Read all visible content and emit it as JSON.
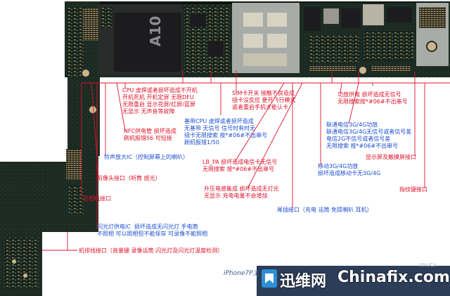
{
  "colors": {
    "pcb": "#1b2a22",
    "pcb_dark": "#0f1813",
    "shield": "#a8aca8",
    "chip": "#1c1c1e",
    "annotation_red": "#e0142c",
    "annotation_blue": "#1d4fd0",
    "leader_line": "#e0142c",
    "background": "#ffffff"
  },
  "board": {
    "chip_marking": "A10",
    "caption": "iPhone7P主"
  },
  "annotations": {
    "cpu": "CPU 虚焊或者损坏造成不开机\n开机死机 开机定屏 无限DFU\n无限重启 显示花屏/红屏/蓝屏\n无显示 无声音等故障",
    "nfc": "NFC供电管 损坏造成\n刷机报错56 可短接",
    "speaker_amp": "铃声放大IC（控制屏幕上的喇叭）",
    "front_camera": "前像头接口（听筒 感光）",
    "rear_camera": "后相机接口",
    "sim": "SIM卡开关 接触不良造成\n插卡没反应 要开飞行模式\n或者重启手机才能认卡",
    "baseband": "基带CPU 虚焊或者损坏造成\n无基带 无信号 信号时有时无\n插卡无限搜索 按*#06#不出串号\n刷机报错1/50",
    "lb_pa": "LB_PA 损坏造成电信卡无信号\n无限搜索 按*#06#不出串号",
    "boost": "升压电感集成 损坏造成无灯光\n无显示 充电电量不会增加",
    "power_amp": "功放供电 损坏造成无信号\n无限搜索按*#06#不出串号",
    "unicom_telecom": "联通电信3G/4G功放\n联通电信3G/4G无信号或者信号差\n电信2G不信号或者信号差\n无限搜索 按*#06#不出串号",
    "display_conn": "显示屏及触摸屏接口",
    "mobile_3g4g": "移动3G/4G功放\n损坏造成移动卡无3G/4G",
    "fingerprint": "指纹键接口",
    "tail_conn": "尾插接口（充电 话筒 免提喇叭 耳机）",
    "flash_ic": "闪光灯供电IC  损坏造成无闪光灯 手电筒\n不照相 可以照相但不能保存 可录像不能照相",
    "flex_conn": "机排线接口（音量键 录像话筒 闪光灯及闪光灯温度检测）"
  },
  "watermark": {
    "cn": "迅维网",
    "en": "Chinafix.com",
    "faint": "Win/Cn"
  }
}
